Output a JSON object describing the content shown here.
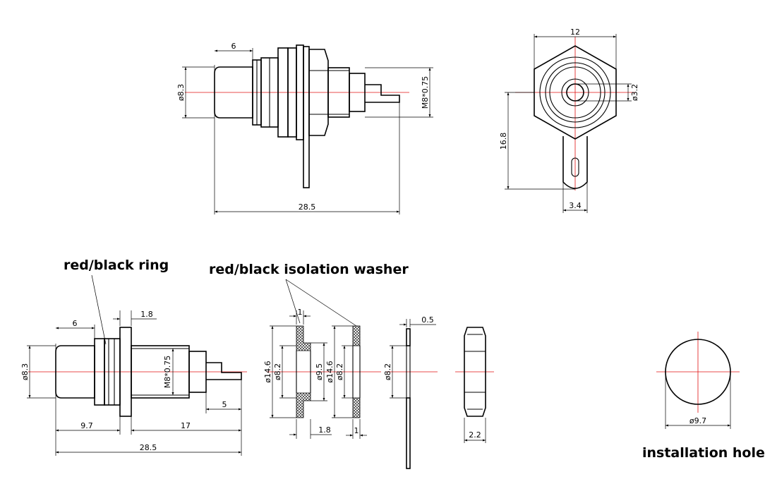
{
  "labels": {
    "ring": "red/black ring",
    "washer": "red/black isolation washer",
    "hole": "installation hole"
  },
  "top_side_view": {
    "d_collar": "6",
    "d_body_dia": "ø8.3",
    "d_thread": "M8*0.75",
    "d_length": "28.5"
  },
  "top_front_view": {
    "d_hex": "12",
    "d_pin": "ø3.2",
    "d_height": "16.8",
    "d_tab": "3.4"
  },
  "bottom_side_view": {
    "d_collar": "6",
    "d_flange": "1.8",
    "d_body_dia": "ø8.3",
    "d_thread": "M8*0.75",
    "d_front": "9.7",
    "d_thread_len": "17",
    "d_tab": "5",
    "d_length": "28.5"
  },
  "washer_a": {
    "d_thk": "1",
    "d_outer": "ø14.6",
    "d_inner": "ø8.2",
    "d_shoulder": "ø9.5",
    "d_width": "1.8"
  },
  "washer_b": {
    "d_outer": "ø14.6",
    "d_inner": "ø8.2",
    "d_thk": "1"
  },
  "lug": {
    "d_thk": "0.5",
    "d_inner": "ø8.2"
  },
  "nut": {
    "d_thk": "2.2"
  },
  "hole": {
    "d_dia": "ø9.7"
  }
}
